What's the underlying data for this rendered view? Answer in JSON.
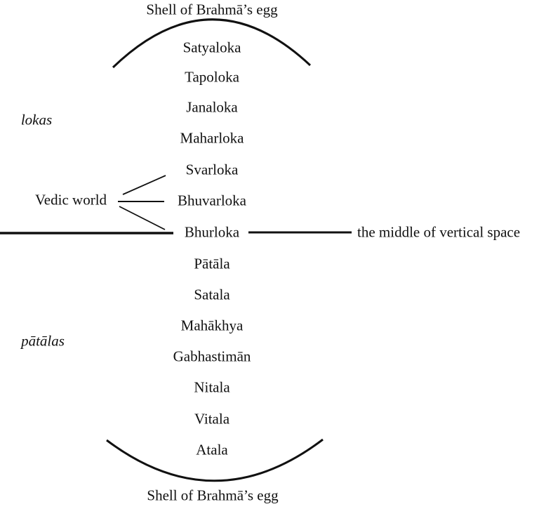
{
  "diagram": {
    "shell_top_label": "Shell of Brahmā’s egg",
    "shell_bottom_label": "Shell of Brahmā’s egg",
    "lokas_group_label": "lokas",
    "patalas_group_label": "pātālas",
    "vedic_world_label": "Vedic world",
    "middle_label": "the middle of vertical space",
    "lokas": [
      "Satyaloka",
      "Tapoloka",
      "Janaloka",
      "Maharloka",
      "Svarloka",
      "Bhuvarloka",
      "Bhurloka"
    ],
    "patalas": [
      "Pātāla",
      "Satala",
      "Mahākhya",
      "Gabhastimān",
      "Nitala",
      "Vitala",
      "Atala"
    ],
    "line_color": "#111111"
  }
}
